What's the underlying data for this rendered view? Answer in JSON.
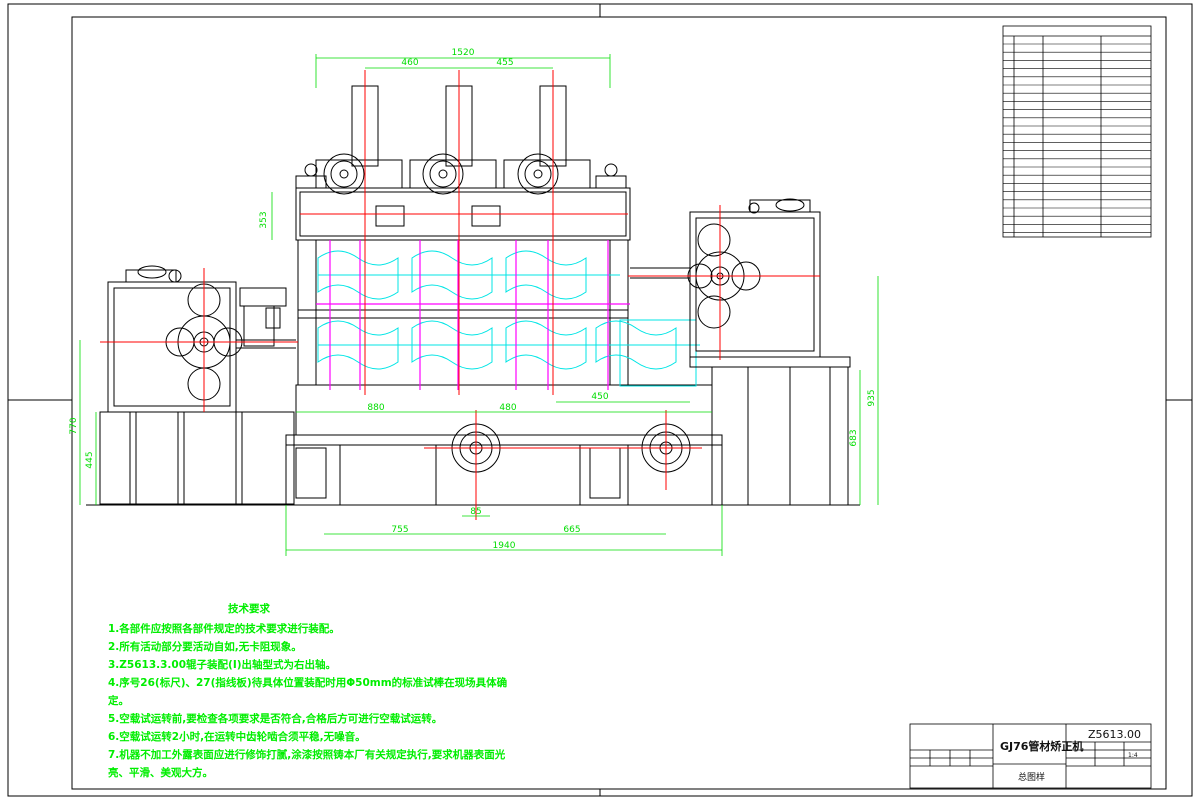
{
  "title_block": {
    "name": "GJ76管材矫正机",
    "drawing_no": "Z5613.00",
    "sheet_type": "总图样",
    "scale": "1:4"
  },
  "tech_requirements": {
    "title": "技术要求",
    "items": [
      "1.各部件应按照各部件规定的技术要求进行装配。",
      "2.所有活动部分要活动自如,无卡阻现象。",
      "3.Z5613.3.00辊子装配(I)出轴型式为右出轴。",
      "4.序号26(标尺)、27(指线板)待具体位置装配时用Φ50mm的标准试棒在现场具体确",
      "定。",
      "5.空载试运转前,要检查各项要求是否符合,合格后方可进行空载试运转。",
      "6.空载试运转2小时,在运转中齿轮啮合须平稳,无噪音。",
      "7.机器不加工外露表面应进行修饰打腻,涂漆按照铸本厂有关规定执行,要求机器表面光",
      "亮、平滑、美观大方。"
    ]
  },
  "dimensions": {
    "top_total": "1520",
    "top_left": "460",
    "top_right": "455",
    "left_height": "353",
    "bottom_left": "880",
    "bottom_mid": "480",
    "bottom_right": "450",
    "base_small": "85",
    "base_left": "755",
    "base_right": "665",
    "total_width": "1940",
    "height_left": "770",
    "height_left_inner": "445",
    "height_right": "935",
    "height_right_inner": "683"
  },
  "colors": {
    "outline": "#000000",
    "center_line": "#ff0000",
    "dimension": "#00dd00",
    "hidden": "#00e5e5",
    "section": "#ff00ff"
  }
}
